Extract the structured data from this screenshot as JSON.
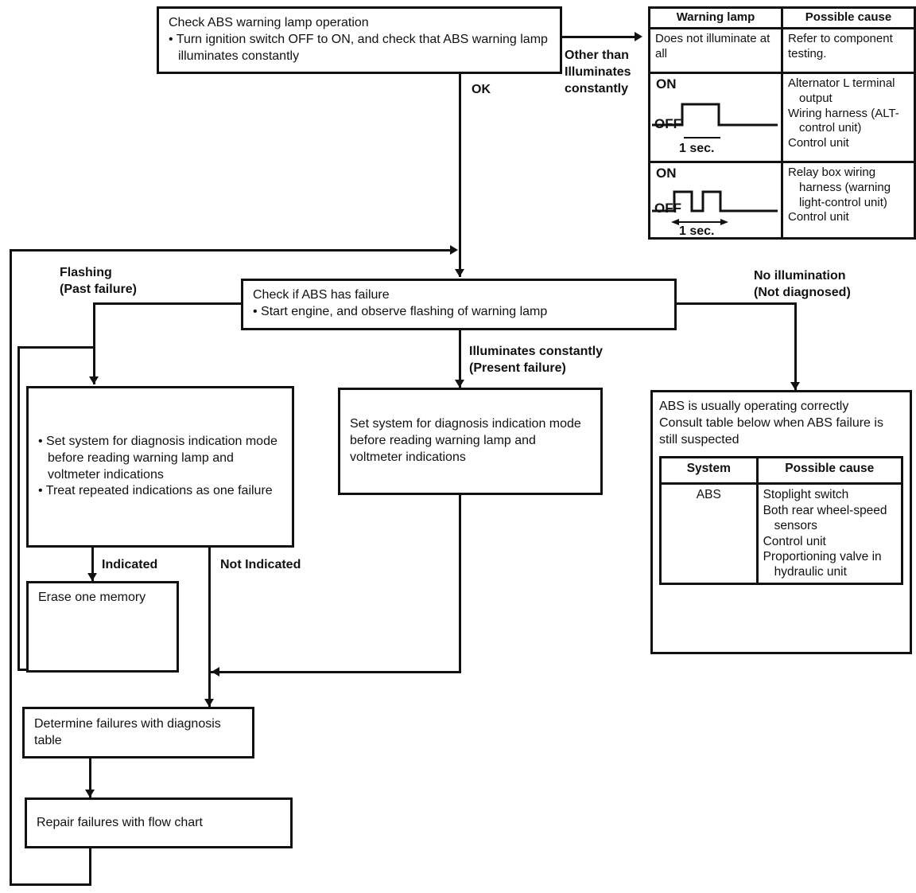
{
  "page": {
    "background": "#ffffff",
    "ink": "#111111"
  },
  "nodes": {
    "check_lamp": {
      "title": "Check ABS warning lamp operation",
      "bullet": "• Turn ignition switch OFF to ON, and check that ABS warning lamp illuminates constantly"
    },
    "check_failure": {
      "title": "Check if ABS has failure",
      "bullet": "• Start engine, and observe flashing of warning lamp"
    },
    "diag_left": {
      "bullet1": "• Set system for diagnosis indication mode before reading warning lamp and voltmeter indications",
      "bullet2": "• Treat repeated indications as one failure"
    },
    "diag_mid": {
      "text": "Set system for diagnosis indication mode before reading warning lamp and voltmeter indications"
    },
    "erase": {
      "text": "Erase one memory"
    },
    "determine": {
      "text": "Determine failures with diagnosis table"
    },
    "repair": {
      "text": "Repair failures with flow chart"
    },
    "abs_ok": {
      "intro": "ABS is usually operating correctly\nConsult table below when ABS failure is still suspected"
    }
  },
  "edge_labels": {
    "ok": "OK",
    "other_than": "Other than\nIlluminates\nconstantly",
    "flashing": "Flashing\n(Past failure)",
    "no_illumination": "No illumination\n(Not diagnosed)",
    "illuminates_constantly": "Illuminates constantly\n(Present failure)",
    "indicated": "Indicated",
    "not_indicated": "Not Indicated"
  },
  "warning_table": {
    "col_lamp": "Warning lamp",
    "col_cause": "Possible cause",
    "row1": {
      "lamp": "Does not illuminate at all",
      "cause": "Refer to component testing."
    },
    "row2": {
      "on": "ON",
      "off": "OFF",
      "duration": "1 sec.",
      "waveform": "single-pulse",
      "causes": [
        "Alternator L terminal output",
        "Wiring harness (ALT-control unit)",
        "Control unit"
      ]
    },
    "row3": {
      "on": "ON",
      "off": "OFF",
      "duration": "1 sec.",
      "waveform": "double-pulse",
      "causes": [
        "Relay box wiring harness (warning light-control unit)",
        "Control unit"
      ]
    }
  },
  "system_table": {
    "col_system": "System",
    "col_cause": "Possible cause",
    "row": {
      "system": "ABS",
      "causes": [
        "Stoplight switch",
        "Both rear wheel-speed sensors",
        "Control unit",
        "Proportioning valve in hydraulic unit"
      ]
    }
  }
}
